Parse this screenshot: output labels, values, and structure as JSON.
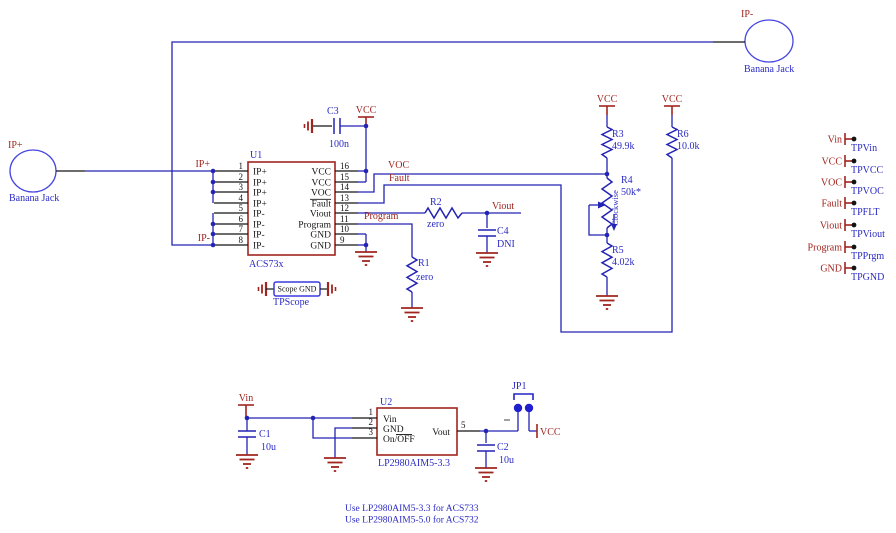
{
  "colors": {
    "wire_blue": "#2424b4",
    "component_red": "#a0251f",
    "label_blue": "#2b2bc4",
    "pin_black": "#141414",
    "jumper_blue": "#1f1fd0"
  },
  "jacks": {
    "left": {
      "net": "IP+",
      "caption": "Banana Jack"
    },
    "right": {
      "net": "IP-",
      "caption": "Banana Jack"
    }
  },
  "u1": {
    "designator": "U1",
    "part": "ACS73x",
    "bus": {
      "plus": "IP+",
      "minus": "IP-"
    },
    "left_pins": [
      {
        "num": "1",
        "label": "IP+"
      },
      {
        "num": "2",
        "label": "IP+"
      },
      {
        "num": "3",
        "label": "IP+"
      },
      {
        "num": "4",
        "label": "IP+"
      },
      {
        "num": "5",
        "label": "IP-"
      },
      {
        "num": "6",
        "label": "IP-"
      },
      {
        "num": "7",
        "label": "IP-"
      },
      {
        "num": "8",
        "label": "IP-"
      }
    ],
    "right_pins": [
      {
        "num": "16",
        "label": "VCC"
      },
      {
        "num": "15",
        "label": "VCC"
      },
      {
        "num": "14",
        "label": "VOC"
      },
      {
        "num": "13",
        "label": "Fault"
      },
      {
        "num": "12",
        "label": "Viout"
      },
      {
        "num": "11",
        "label": "Program"
      },
      {
        "num": "10",
        "label": "GND"
      },
      {
        "num": "9",
        "label": "GND"
      }
    ]
  },
  "nets": {
    "vcc": "VCC",
    "voc": "VOC",
    "fault": "Fault",
    "viout": "Viout",
    "program": "Program",
    "vin": "Vin"
  },
  "parts": {
    "c3": {
      "ref": "C3",
      "val": "100n"
    },
    "r2": {
      "ref": "R2",
      "val": "zero"
    },
    "r1": {
      "ref": "R1",
      "val": "zero"
    },
    "c4": {
      "ref": "C4",
      "val": "DNI"
    },
    "r3": {
      "ref": "R3",
      "val": "49.9k"
    },
    "r4": {
      "ref": "R4",
      "val": "50k*",
      "rotation_note": "Clockwise"
    },
    "r5": {
      "ref": "R5",
      "val": "4.02k"
    },
    "r6": {
      "ref": "R6",
      "val": "10.0k"
    },
    "c1": {
      "ref": "C1",
      "val": "10u"
    },
    "c2": {
      "ref": "C2",
      "val": "10u"
    },
    "jp1": {
      "ref": "JP1"
    }
  },
  "u2": {
    "designator": "U2",
    "part": "LP2980AIM5-3.3",
    "pin1": {
      "num": "1",
      "label": "Vin"
    },
    "pin2": {
      "num": "2",
      "label": "GND"
    },
    "pin3": {
      "num": "3",
      "label_pre": "On/",
      "label_bar": "OFF"
    },
    "pin5": {
      "num": "5",
      "label": "Vout"
    }
  },
  "testpoints": [
    {
      "net": "Vin",
      "name": "TPVin"
    },
    {
      "net": "VCC",
      "name": "TPVCC"
    },
    {
      "net": "VOC",
      "name": "TPVOC"
    },
    {
      "net": "Fault",
      "name": "TPFLT"
    },
    {
      "net": "Viout",
      "name": "TPViout"
    },
    {
      "net": "Program",
      "name": "TPPrgm"
    },
    {
      "net": "GND",
      "name": "TPGND"
    }
  ],
  "tpscope": {
    "label": "Scope GND",
    "name": "TPScope"
  },
  "notes": {
    "line1": "Use LP2980AIM5-3.3 for ACS733",
    "line2": "Use LP2980AIM5-5.0 for ACS732"
  }
}
